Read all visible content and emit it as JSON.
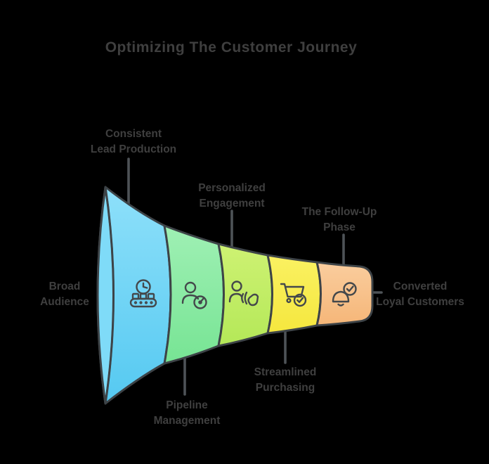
{
  "title": "Optimizing The Customer Journey",
  "colors": {
    "bg": "#000000",
    "title_text": "#3f3f3f",
    "label_text": "#3f3f3f",
    "outline": "#3d4347",
    "icon_stroke": "#44484b",
    "connector": "#4e5357"
  },
  "funnel": {
    "rim_color": "#7FDBF8",
    "stages": [
      {
        "name": "lead-intake",
        "icon": "clock-conveyor-icon",
        "color_top": "#8EE0FA",
        "color_bottom": "#55C9F1"
      },
      {
        "name": "qualification",
        "icon": "person-gauge-icon",
        "color_top": "#9FF0B4",
        "color_bottom": "#77E494"
      },
      {
        "name": "engagement",
        "icon": "person-waves-icon",
        "color_top": "#CEF273",
        "color_bottom": "#B4E858"
      },
      {
        "name": "purchase",
        "icon": "cart-check-icon",
        "color_top": "#FAF162",
        "color_bottom": "#F5E73E"
      },
      {
        "name": "follow-up",
        "icon": "bell-check-icon",
        "color_top": "#FACD9E",
        "color_bottom": "#F5B678"
      }
    ]
  },
  "labels": {
    "top_left": {
      "line1": "Consistent",
      "line2": "Lead Production"
    },
    "top_middle": {
      "line1": "Personalized",
      "line2": "Engagement"
    },
    "top_right": {
      "line1": "The Follow-Up",
      "line2": "Phase"
    },
    "left": {
      "line1": "Broad",
      "line2": "Audience"
    },
    "right": {
      "line1": "Converted",
      "line2": "Loyal Customers"
    },
    "bottom_left": {
      "line1": "Pipeline",
      "line2": "Management"
    },
    "bottom_middle": {
      "line1": "Streamlined",
      "line2": "Purchasing"
    }
  }
}
